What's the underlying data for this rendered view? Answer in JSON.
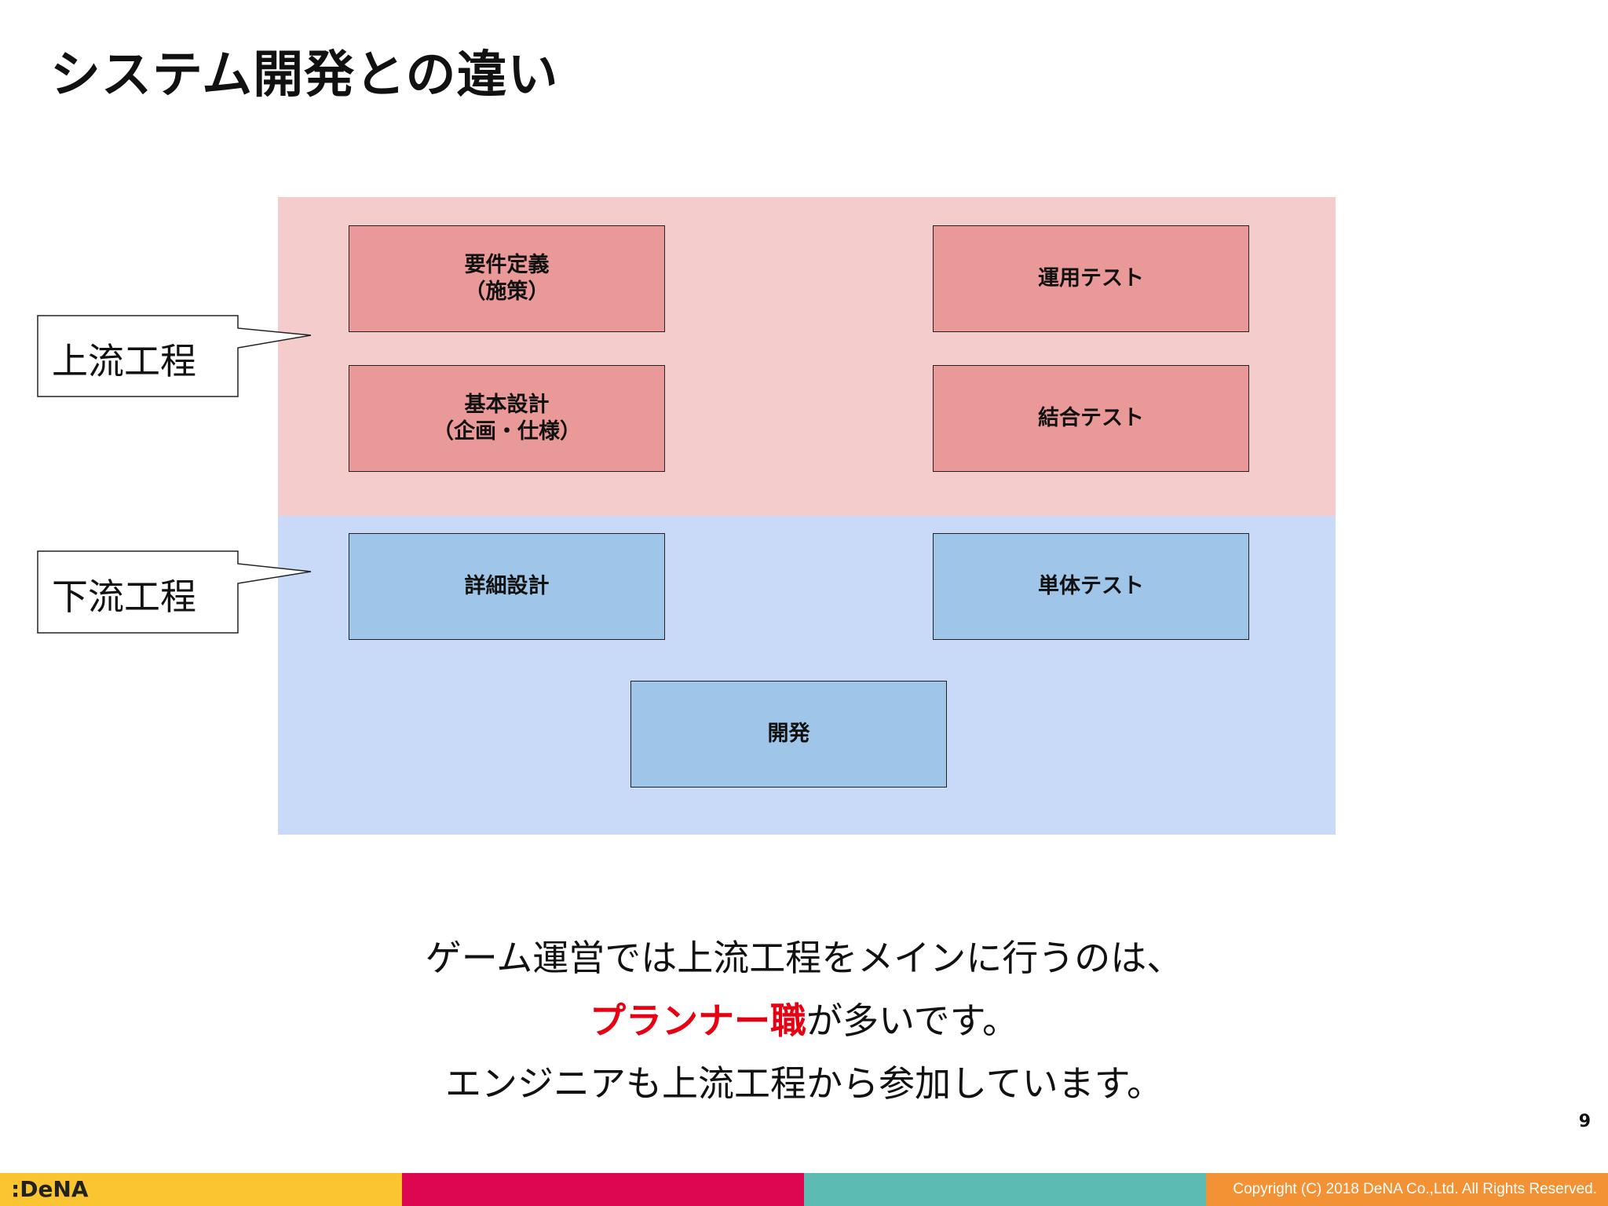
{
  "title": "システム開発との違い",
  "upper_label": "上流工程",
  "lower_label": "下流工程",
  "boxes": {
    "requirements": "要件定義\n（施策）",
    "basic_design": "基本設計\n（企画・仕様）",
    "detail_design": "詳細設計",
    "development": "開発",
    "unit_test": "単体テスト",
    "integration_test": "結合テスト",
    "operation_test": "運用テスト"
  },
  "message": {
    "line1": "ゲーム運営では上流工程をメインに行うのは、",
    "line2_highlight": "プランナー職",
    "line2_rest": "が多いです。",
    "line3": "エンジニアも上流工程から参加しています。"
  },
  "page_number": "9",
  "footer": {
    "logo": ":DeNA",
    "copyright": "Copyright (C) 2018 DeNA Co.,Ltd. All Rights Reserved."
  },
  "colors": {
    "upper_band": "#f4cccc",
    "lower_band": "#c9daf8",
    "upper_box": "#ea9999",
    "lower_box": "#9fc5e8",
    "highlight": "#e60012",
    "footer_yellow": "#fbc531",
    "footer_magenta": "#dc0750",
    "footer_teal": "#5cbcb4",
    "footer_orange": "#f39235"
  }
}
